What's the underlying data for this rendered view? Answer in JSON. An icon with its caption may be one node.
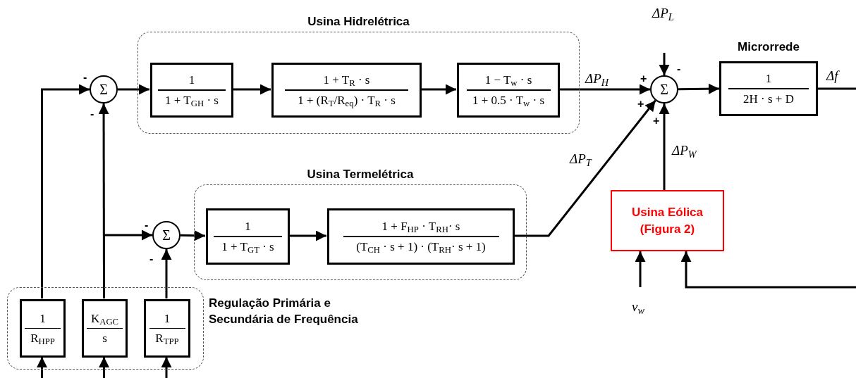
{
  "diagram": {
    "nodes": [
      {
        "text": [
          "Usina Hidrelétrica"
        ]
      },
      {
        "text": [
          "Σ"
        ]
      },
      {
        "text": [
          "1",
          "1 + T$_{GH}$ · s"
        ],
        "in": 0
      },
      {
        "text": [
          "1 + T$_{R}$ · s",
          "1 + (R$_{T}$/R$_{eq}$) · T$_{R}$ · s"
        ],
        "in": 0
      },
      {
        "text": [
          "1 − T$_{w}$ · s",
          "1 + 0.5 · T$_{w}$ · s"
        ],
        "in": 0
      },
      {
        "text": [
          "Σ"
        ]
      },
      {
        "text": [
          "Microrrede",
          "1",
          "2H · s + D"
        ]
      },
      {
        "text": [
          "Usina Termelétrica"
        ]
      },
      {
        "text": [
          "Σ"
        ]
      },
      {
        "text": [
          "1",
          "1 + T$_{GT}$ · s"
        ],
        "in": 7
      },
      {
        "text": [
          "1 + F$_{HP}$ · T$_{RH}$· s",
          "(T$_{CH}$ · s + 1) · (T$_{RH}$· s + 1)"
        ],
        "in": 7
      },
      {
        "text": [
          "Usina Eólica (Figura 2)"
        ]
      },
      {
        "text": [],
        "shape": "box",
        "beside": [
          "Regulação Primária e Secundária de Frequência"
        ]
      },
      {
        "text": [
          "1",
          "R$_{HPP}$"
        ],
        "in": 12
      },
      {
        "text": [
          "K$_{AGC}$",
          "s"
        ],
        "in": 12
      },
      {
        "text": [
          "1",
          "R$_{TPP}$"
        ],
        "in": 12
      }
    ],
    "edges": [
      {
        "from": 13,
        "to": 1,
        "arrow": "to"
      },
      {
        "from": 14,
        "to": 1,
        "arrow": "to"
      },
      {
        "from": 14,
        "to": 8,
        "arrow": "to"
      },
      {
        "from": 15,
        "to": 8,
        "arrow": "to"
      },
      {
        "from": 1,
        "to": 2,
        "arrow": "to"
      },
      {
        "from": 2,
        "to": 3,
        "arrow": "to"
      },
      {
        "from": 3,
        "to": 4,
        "arrow": "to"
      },
      {
        "from": 4,
        "to": 5,
        "arrow": "to",
        "label": "ΔP$_{H}$"
      },
      {
        "from": 10,
        "to": 5,
        "arrow": "to",
        "label": "ΔP$_{T}$"
      },
      {
        "from": 11,
        "to": 5,
        "arrow": "to",
        "label": "ΔP$_{W}$"
      },
      {
        "from": null,
        "to": 5,
        "arrow": "to",
        "label": "ΔP$_{L}$"
      },
      {
        "from": 5,
        "to": 6,
        "arrow": "to"
      },
      {
        "from": 6,
        "to": null,
        "arrow": "none",
        "label": "Δf"
      },
      {
        "from": 8,
        "to": 9,
        "arrow": "to"
      },
      {
        "from": 9,
        "to": 10,
        "arrow": "to"
      },
      {
        "from": null,
        "to": 11,
        "arrow": "to",
        "label": "v$_{w}$"
      },
      {
        "from": null,
        "to": 11,
        "arrow": "to"
      },
      {
        "from": null,
        "to": 13,
        "arrow": "to"
      },
      {
        "from": null,
        "to": 14,
        "arrow": "to"
      },
      {
        "from": null,
        "to": 15,
        "arrow": "to"
      }
    ],
    "labels": [
      "-",
      "-",
      "-",
      "+",
      "+",
      "+",
      "-",
      "-"
    ]
  }
}
